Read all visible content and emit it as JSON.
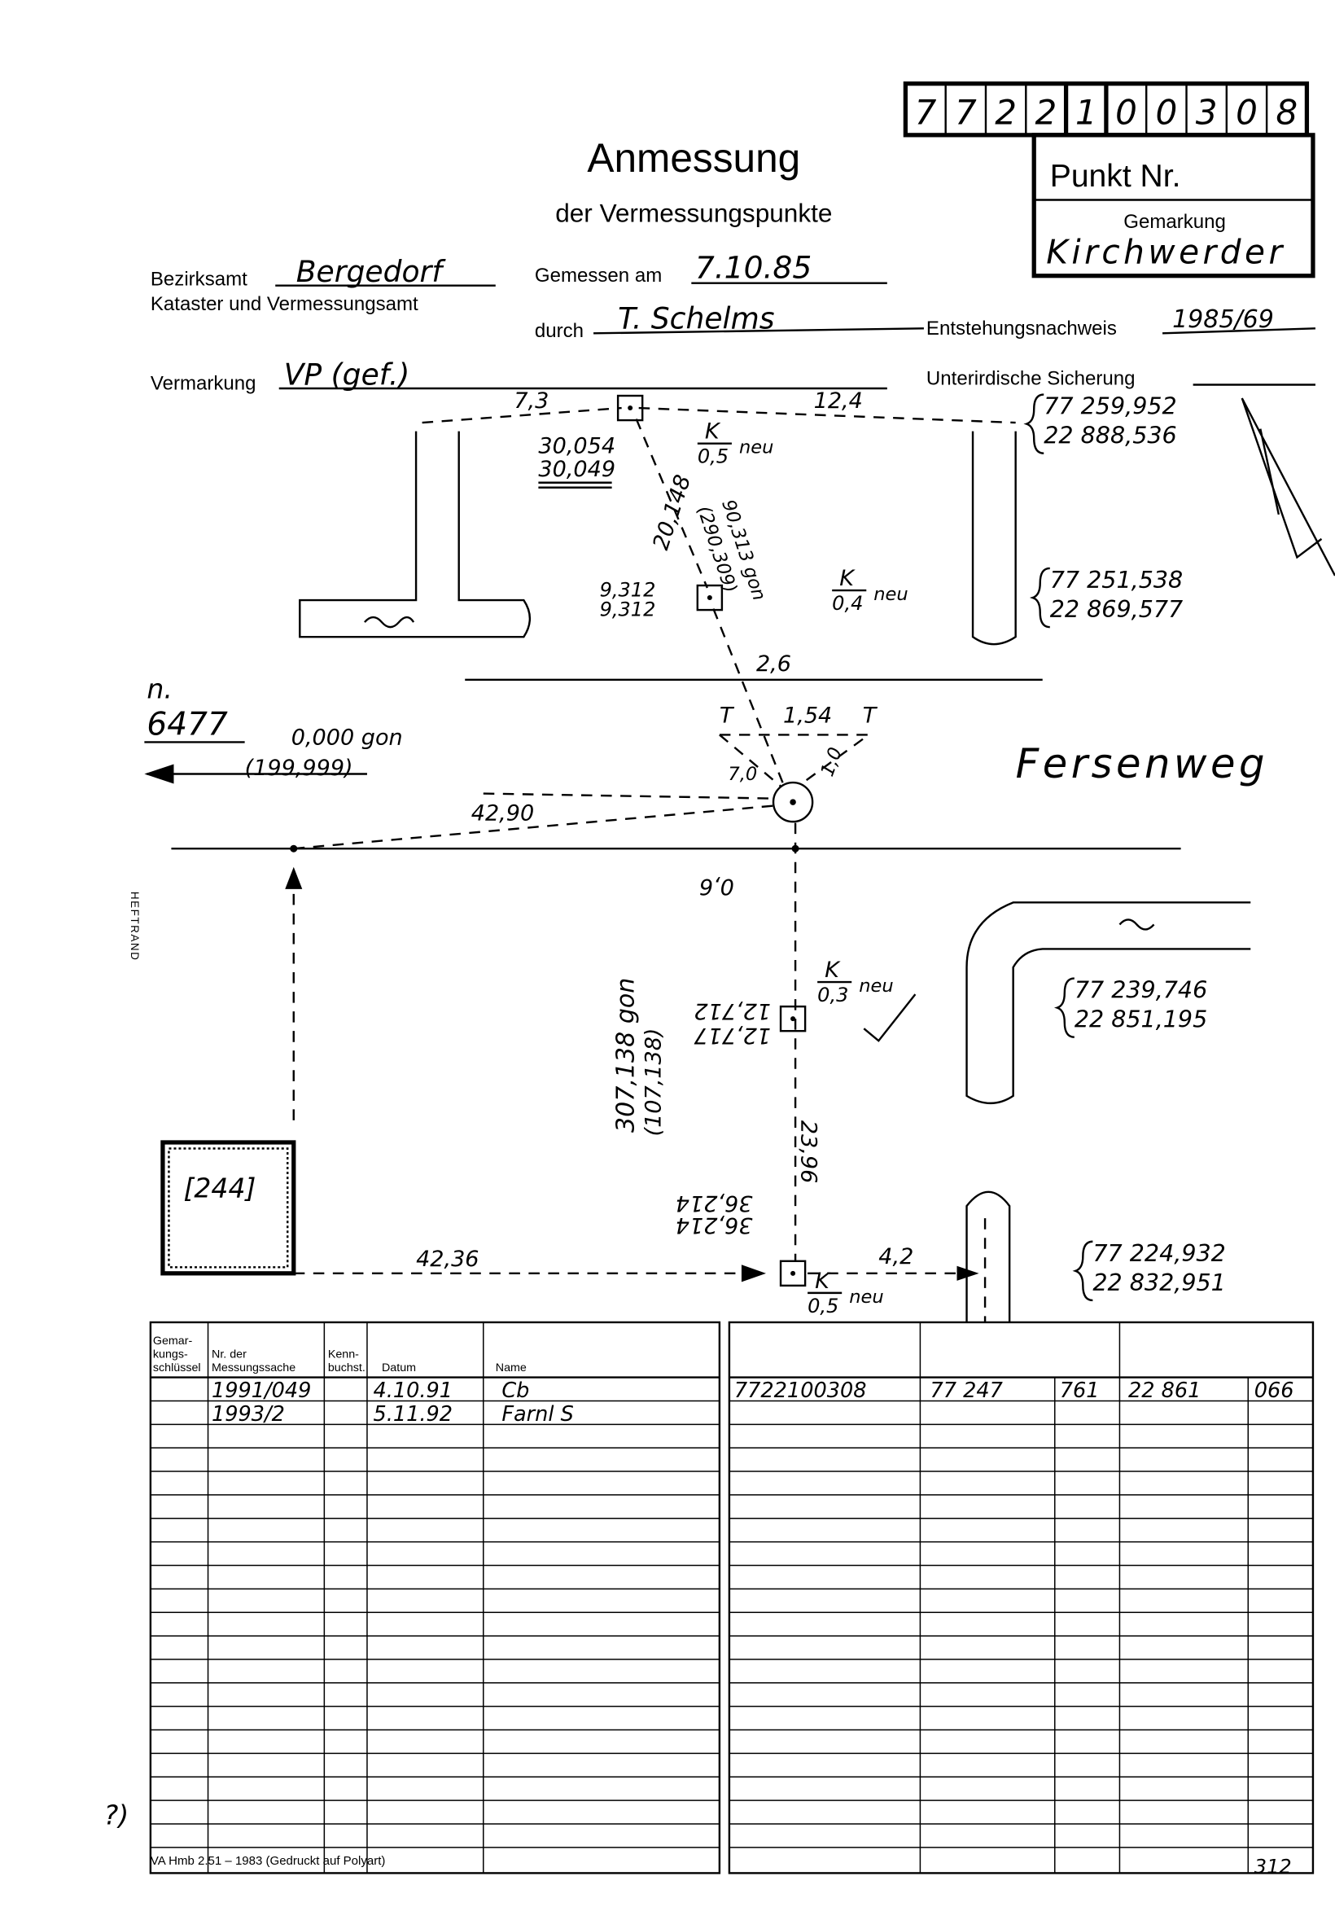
{
  "punkt_digits": [
    "7",
    "7",
    "2",
    "2",
    "1",
    "0",
    "0",
    "3",
    "0",
    "8"
  ],
  "header": {
    "punkt_label": "Punkt Nr.",
    "gemarkung_label": "Gemarkung",
    "gemarkung_value": "Kirchwerder",
    "title": "Anmessung",
    "subtitle": "der Vermessungspunkte",
    "bezirksamt_label": "Bezirksamt",
    "bezirksamt_value": "Bergedorf",
    "kataster_label": "Kataster und Vermessungsamt",
    "gemessen_label": "Gemessen am",
    "gemessen_value": "7.10.85",
    "durch_label": "durch",
    "durch_value": "T. Schelms",
    "entstehung_label": "Entstehungsnachweis",
    "entstehung_value": "1985/69",
    "vermarkung_label": "Vermarkung",
    "vermarkung_value": "VP (gef.)",
    "sicherung_label": "Unterirdische Sicherung"
  },
  "sketch": {
    "street_name": "Fersenweg",
    "building_number": "[244]",
    "direction_n": "n.",
    "direction_point": "6477",
    "direction_angle": "0,000 gon",
    "direction_angle_alt": "(199,999)",
    "distances": {
      "d_7_3": "7,3",
      "d_12_4": "12,4",
      "d_2_6": "2,6",
      "d_1_54": "1,54",
      "d_42_90": "42,90",
      "d_0_6": "0,6",
      "d_42_36": "42,36",
      "d_4_2": "4,2",
      "d_23_96": "23,96",
      "d_20_148": "20,148",
      "d_7_0": "7,0",
      "d_1_0": "1,0",
      "t_left": "T",
      "t_right": "T"
    },
    "measures": {
      "m1a": "30,054",
      "m1b": "30,049",
      "m2a": "9,312",
      "m2b": "9,312",
      "m3a": "12,717",
      "m3b": "12,712",
      "m4a": "36,214",
      "m4b": "36,214",
      "angle1": "90,313 gon",
      "angle1_alt": "(290,309)",
      "angle2": "307,138 gon",
      "angle2_alt": "(107,138)"
    },
    "k_marks": [
      {
        "k": "K",
        "value": "0,5",
        "note": "neu"
      },
      {
        "k": "K",
        "value": "0,4",
        "note": "neu"
      },
      {
        "k": "K",
        "value": "0,3",
        "note": "neu"
      },
      {
        "k": "K",
        "value": "0,5",
        "note": "neu"
      }
    ],
    "coordinates": [
      {
        "x": "77 259,952",
        "y": "22 888,536"
      },
      {
        "x": "77 251,538",
        "y": "22 869,577"
      },
      {
        "x": "77 239,746",
        "y": "22 851,195"
      },
      {
        "x": "77 224,932",
        "y": "22 832,951"
      }
    ],
    "heftrand": "HEFTRAND"
  },
  "table": {
    "headers": [
      "Gemar-kungs-schlüssel",
      "Nr. der Messungssache",
      "Kenn-buchst.",
      "Datum",
      "Name"
    ],
    "rows": [
      {
        "gemarkung": "",
        "nr": "1991/049",
        "kenn": "",
        "datum": "4.10.91",
        "name": "Cb"
      },
      {
        "gemarkung": "",
        "nr": "1993/2",
        "kenn": "",
        "datum": "5.11.92",
        "name": "Farnl S"
      }
    ],
    "right_rows": [
      {
        "punkt": "7722100308",
        "x1": "77 247",
        "x2": "761",
        "y1": "22 861",
        "y2": "066"
      }
    ]
  },
  "footer": {
    "form": "VA Hmb 2.51 – 1983 (Gedruckt auf Polyart)",
    "page": "312",
    "margin_note": "?)"
  }
}
